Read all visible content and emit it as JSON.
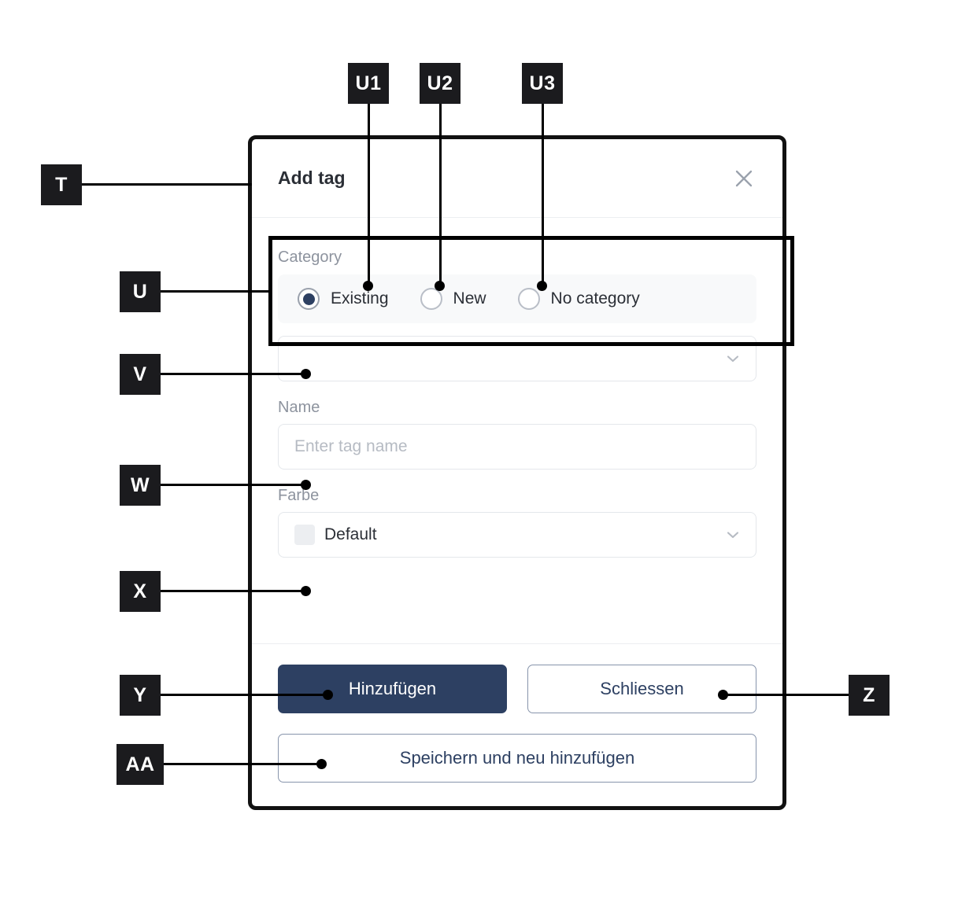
{
  "dialog": {
    "title": "Add tag",
    "close_icon": "close-icon",
    "category": {
      "legend": "Category",
      "options": [
        {
          "label": "Existing",
          "selected": true
        },
        {
          "label": "New",
          "selected": false
        },
        {
          "label": "No category",
          "selected": false
        }
      ]
    },
    "category_select": {
      "value": "",
      "chevron_icon": "chevron-down-icon"
    },
    "name_field": {
      "label": "Name",
      "value": "",
      "placeholder": "Enter tag name"
    },
    "color_field": {
      "label": "Farbe",
      "value": "Default",
      "swatch_color": "#eceef1",
      "chevron_icon": "chevron-down-icon"
    },
    "buttons": {
      "primary": "Hinzufügen",
      "secondary": "Schliessen",
      "tertiary": "Speichern und neu hinzufügen"
    }
  },
  "annotations": [
    {
      "id": "T",
      "label": "T"
    },
    {
      "id": "U",
      "label": "U"
    },
    {
      "id": "U1",
      "label": "U1"
    },
    {
      "id": "U2",
      "label": "U2"
    },
    {
      "id": "U3",
      "label": "U3"
    },
    {
      "id": "V",
      "label": "V"
    },
    {
      "id": "W",
      "label": "W"
    },
    {
      "id": "X",
      "label": "X"
    },
    {
      "id": "Y",
      "label": "Y"
    },
    {
      "id": "Z",
      "label": "Z"
    },
    {
      "id": "AA",
      "label": "AA"
    }
  ],
  "colors": {
    "primary": "#2d4062",
    "annotation_chip": "#1b1b1e",
    "dialog_border": "#111111",
    "muted_text": "#8d939e"
  }
}
